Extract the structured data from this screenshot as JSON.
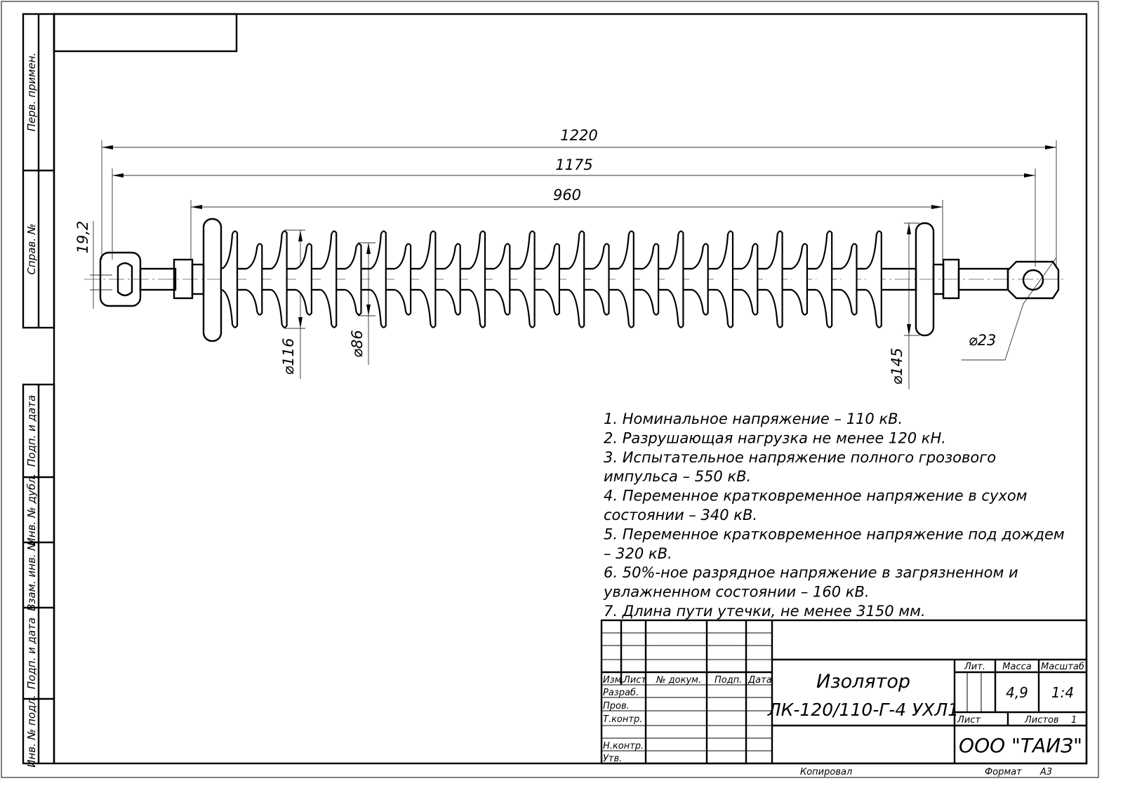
{
  "side_labels": [
    "Перв. примен.",
    "Справ. №",
    "Подп. и дата",
    "Инв. № дубл.",
    "Взам. инв. №",
    "Подп. и дата",
    "Инв. № подл."
  ],
  "dimensions": {
    "overall": "1220",
    "between_fittings": "1175",
    "insulating_part": "960",
    "clevis_slot": "19,2",
    "big_shed": "⌀116",
    "small_shed": "⌀86",
    "grading_ring": "⌀145",
    "eye_hole": "⌀23"
  },
  "notes": [
    "1. Номинальное напряжение – 110 кВ.",
    "2. Разрушающая нагрузка не менее 120 кН.",
    "3. Испытательное напряжение полного грозового",
    "импульса – 550 кВ.",
    "4. Переменное кратковременное напряжение  в сухом",
    "состоянии – 340 кВ.",
    "5. Переменное кратковременное напряжение под дождем",
    "– 320 кВ.",
    "6. 50%-ное разрядное напряжение в загрязненном и",
    "увлажненном состоянии – 160 кВ.",
    "7. Длина пути утечки, не менее 3150 мм."
  ],
  "title_block": {
    "headers": [
      "Изм.",
      "Лист",
      "№ докум.",
      "Подп.",
      "Дата"
    ],
    "roles": [
      "Разраб.",
      "Пров.",
      "Т.контр.",
      "Н.контр.",
      "Утв."
    ],
    "title_line1": "Изолятор",
    "title_line2": "ЛК-120/110-Г-4 УХЛ1",
    "lit_label": "Лит.",
    "mass_label": "Масса",
    "scale_label": "Масштаб",
    "mass": "4,9",
    "scale": "1:4",
    "sheet_label": "Лист",
    "sheets_label": "Листов",
    "sheets": "1",
    "company": "ООО \"ТАИЗ\"",
    "copied": "Копировал",
    "format_label": "Формат",
    "format": "А3"
  }
}
